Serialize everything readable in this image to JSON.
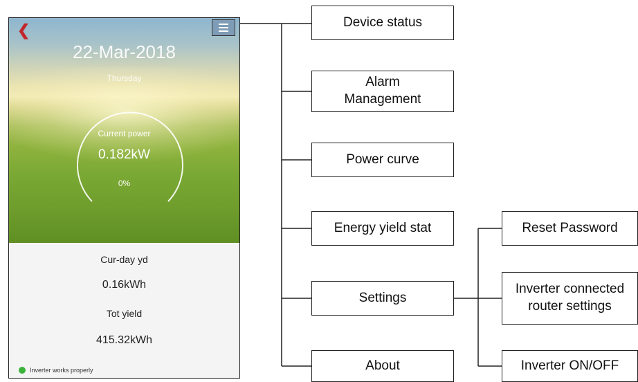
{
  "phone": {
    "back_icon": "chevron-left-icon",
    "menu_icon": "hamburger-menu-icon",
    "date": "22-Mar-2018",
    "weekday": "Thursday",
    "gauge": {
      "label": "Current power",
      "value": "0.182kW",
      "percent": "0%"
    },
    "stats": {
      "cur_day_label": "Cur-day yd",
      "cur_day_value": "0.16kWh",
      "total_label": "Tot yield",
      "total_value": "415.32kWh"
    },
    "status": {
      "text": "Inverter works properly",
      "color": "#3bb33b"
    }
  },
  "menu": {
    "items": [
      {
        "label": "Device status"
      },
      {
        "label": "Alarm\nManagement"
      },
      {
        "label": "Power curve"
      },
      {
        "label": "Energy yield stat"
      },
      {
        "label": "Settings"
      },
      {
        "label": "About"
      }
    ]
  },
  "settings_submenu": {
    "items": [
      {
        "label": "Reset Password"
      },
      {
        "label": "Inverter connected\nrouter settings"
      },
      {
        "label": "Inverter ON/OFF"
      }
    ]
  }
}
